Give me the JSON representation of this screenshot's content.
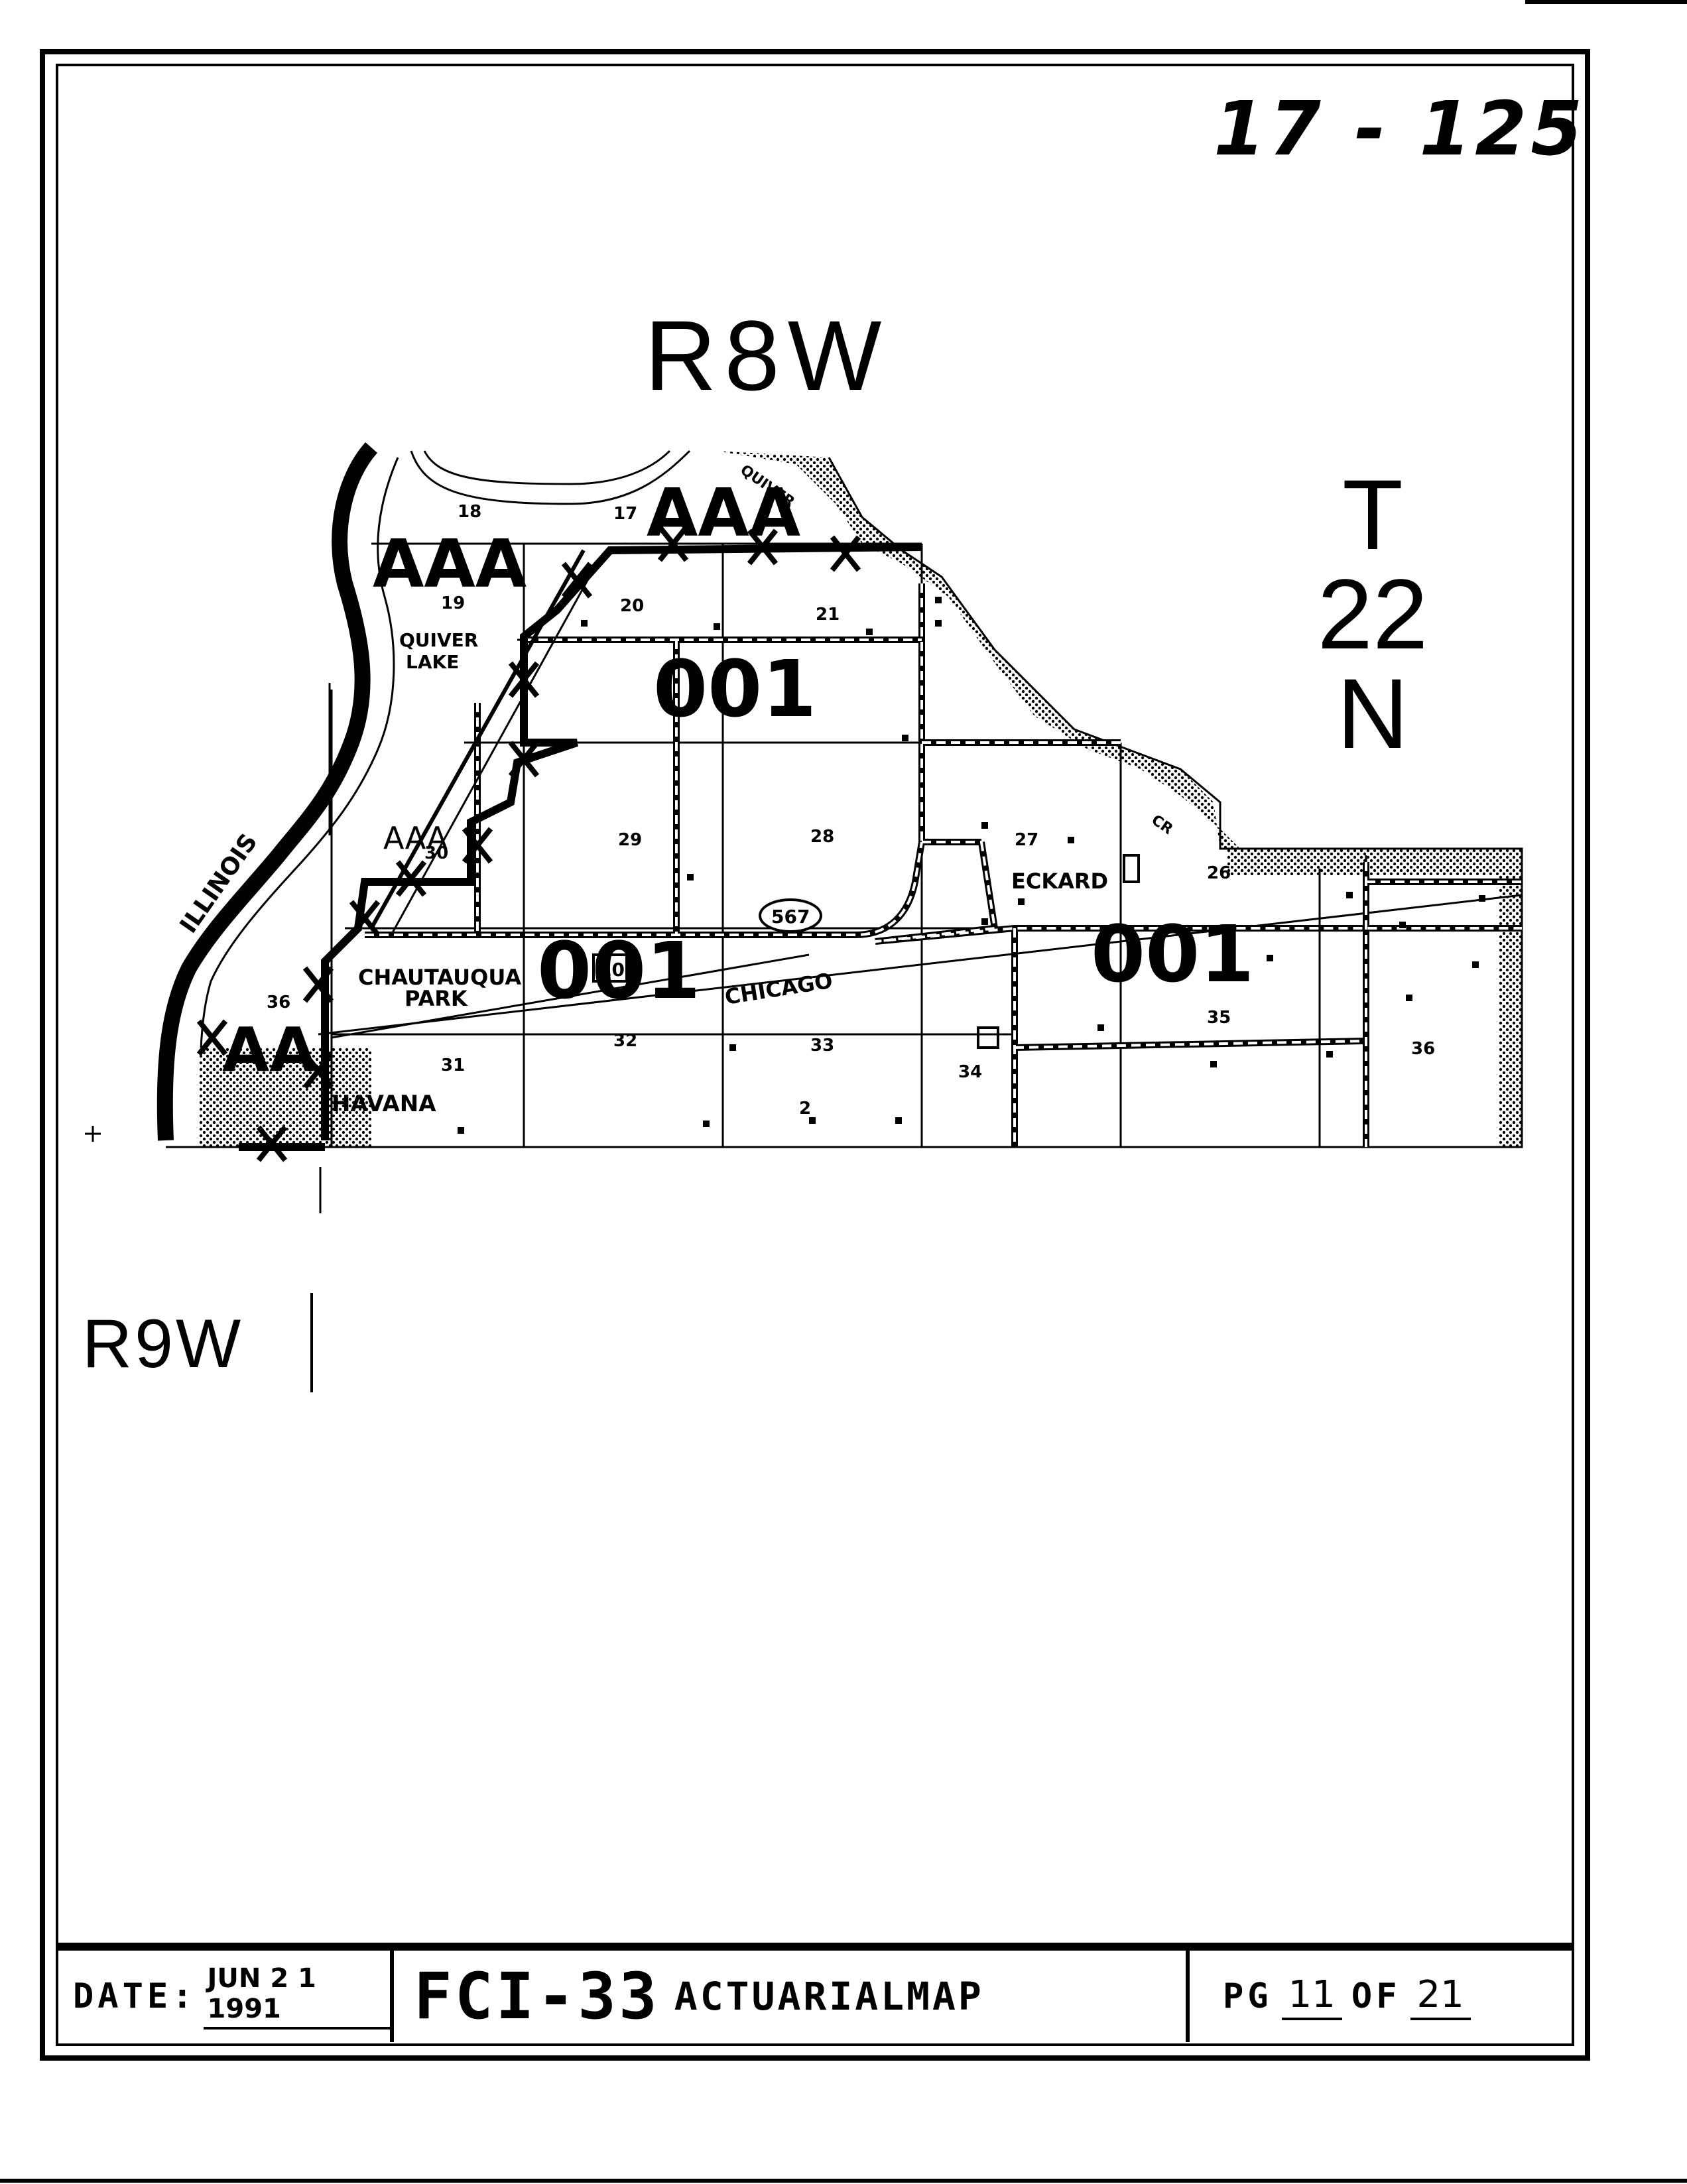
{
  "header": {
    "page_id": "17 - 125"
  },
  "ranges": {
    "top": "R8W",
    "bottom_left": "R9W"
  },
  "township": {
    "t": "T",
    "number": "22",
    "n": "N"
  },
  "map": {
    "zone_labels": {
      "aaa_top": "AAA",
      "aaa_left": "AAA",
      "aaa_bottom": "AA",
      "aaa_small": "AAA",
      "zone_001_top": "001",
      "zone_001_mid": "001",
      "zone_001_right": "001"
    },
    "place_names": {
      "quiver_lake_1": "QUIVER",
      "quiver_lake_2": "LAKE",
      "chautauqua_1": "CHAUTAUQUA",
      "chautauqua_2": "PARK",
      "havana": "HAVANA",
      "eckard": "ECKARD",
      "chicago": "CHICAGO",
      "illinois": "ILLINOIS",
      "quiver_creek": "QUIVER",
      "cr": "CR",
      "route": "567",
      "box_10": "10"
    },
    "sections": [
      "17",
      "18",
      "19",
      "20",
      "21",
      "26",
      "27",
      "28",
      "29",
      "30",
      "31",
      "32",
      "33",
      "34",
      "35",
      "36",
      "36",
      "2"
    ]
  },
  "footer": {
    "date_label": "DATE:",
    "date_value": "JUN 2 1 1991",
    "title_main": "FCI-33",
    "title_sub": "ACTUARIALMAP",
    "page_label": "PG",
    "page_number": "11",
    "of_label": "OF",
    "page_total": "21"
  }
}
